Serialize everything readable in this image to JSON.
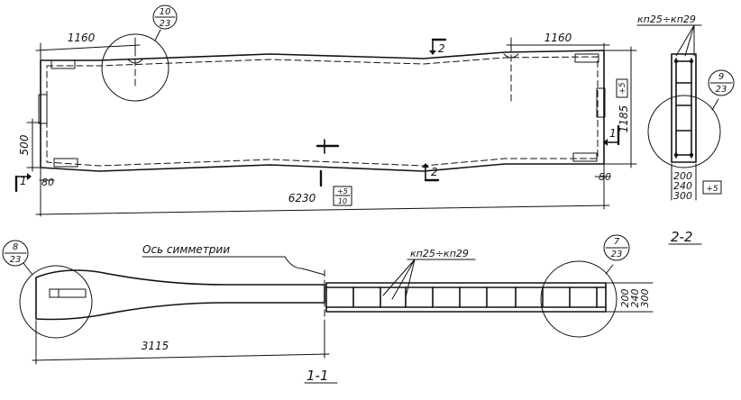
{
  "plan": {
    "dim_left_top": "1160",
    "dim_right_top": "1160",
    "dim_height_left": "500",
    "dim_height_right": "1185",
    "dim_total_length": "6230",
    "tol_total_top": "+5",
    "tol_total_bottom": "10",
    "tol_height": "+5",
    "dim_small_left": "80",
    "dim_small_right": "80",
    "callout_top_num": "10",
    "callout_top_den": "23",
    "section_2_label": "2",
    "section_1_label": "1"
  },
  "section_2_2": {
    "title": "2-2",
    "callout_label": "кп25÷кп29",
    "callout_num": "9",
    "callout_den": "23",
    "dims": [
      "200",
      "240",
      "300"
    ],
    "tol": "+5"
  },
  "section_1_1": {
    "title": "1-1",
    "axis_label": "Ось симметрии",
    "callout_label": "кп25÷кп29",
    "callout_left_num": "8",
    "callout_left_den": "23",
    "callout_right_num": "7",
    "callout_right_den": "23",
    "dim_half_length": "3115",
    "dims": [
      "200",
      "240",
      "300"
    ]
  }
}
